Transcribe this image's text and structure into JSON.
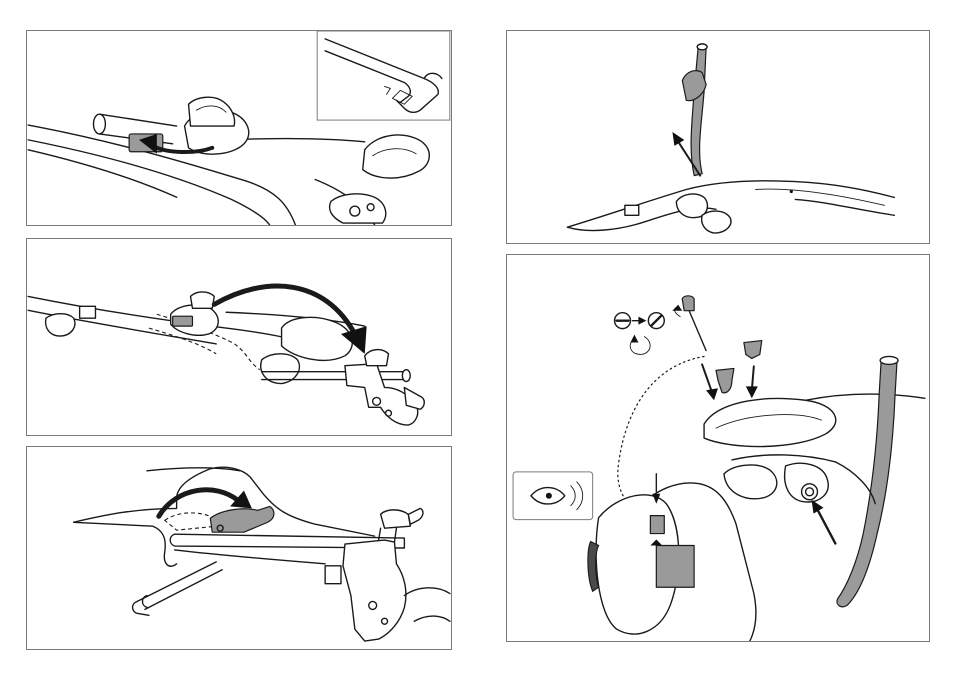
{
  "diagram": {
    "kind": "assembly-instructions",
    "panels": [
      {
        "id": "step-1"
      },
      {
        "id": "step-2"
      },
      {
        "id": "step-3"
      },
      {
        "id": "step-4"
      },
      {
        "id": "step-5"
      }
    ],
    "colors": {
      "line": "#1a1a1a",
      "part_gray": "#9a9a9a",
      "part_dark": "#4a4a4a",
      "arrow": "#111111",
      "border": "#7a7a7a"
    },
    "icons": [
      "roof-bar-profile-icon",
      "rotate-arrow-icon",
      "screwdriver-icon",
      "eye-icon",
      "lock-cylinder-icon"
    ]
  }
}
